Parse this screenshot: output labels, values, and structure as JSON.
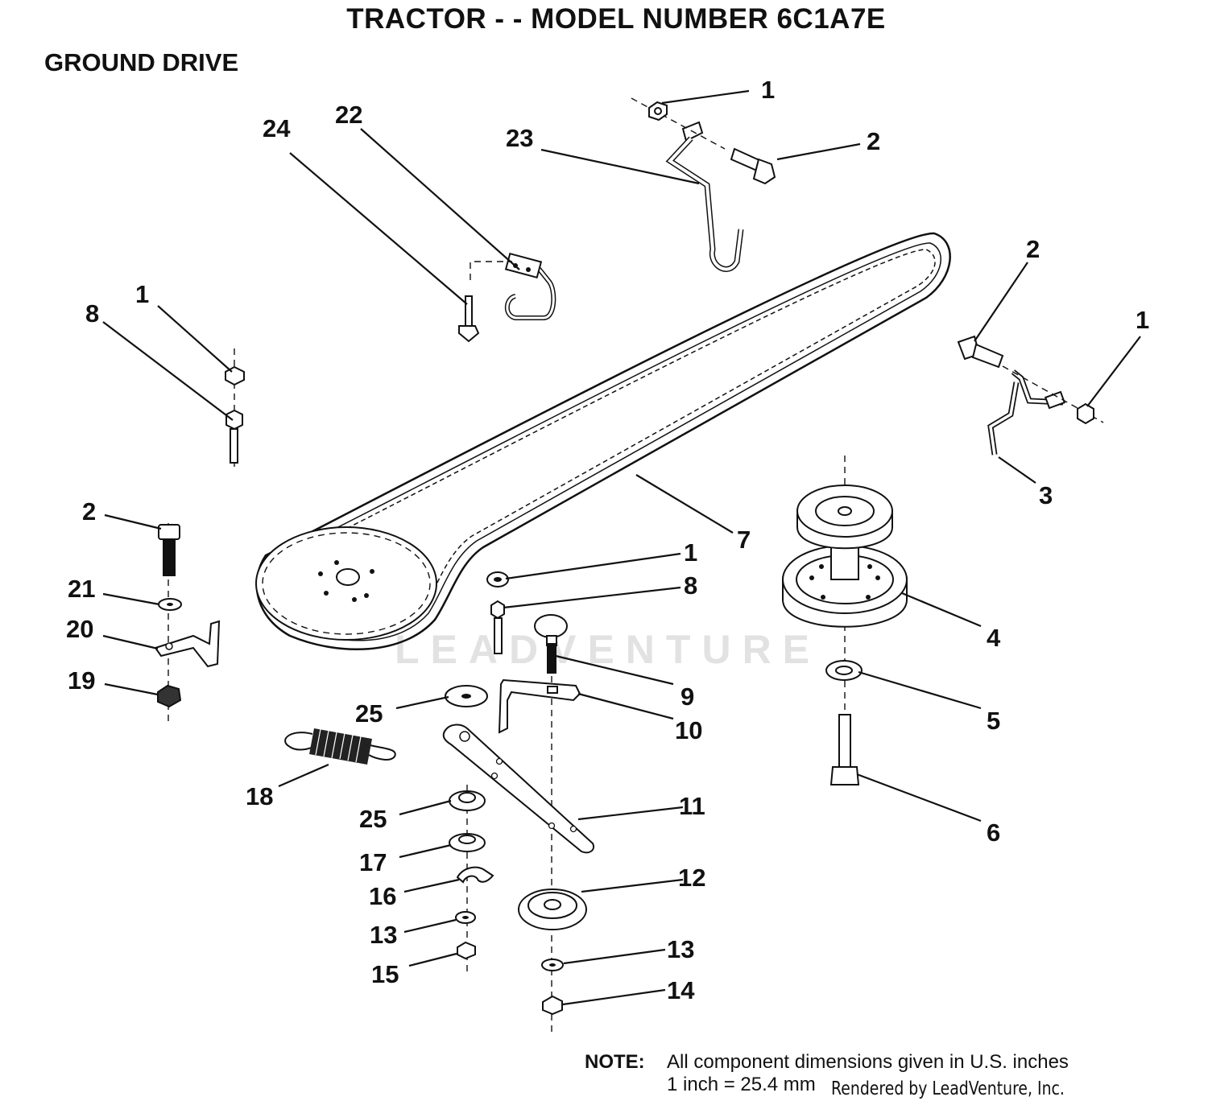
{
  "header": {
    "title": "TRACTOR - - MODEL NUMBER 6C1A7E",
    "section": "GROUND DRIVE"
  },
  "callouts": [
    "1",
    "2",
    "23",
    "24",
    "22",
    "2",
    "1",
    "1",
    "8",
    "3",
    "7",
    "1",
    "8",
    "4",
    "2",
    "21",
    "20",
    "19",
    "9",
    "10",
    "5",
    "25",
    "18",
    "11",
    "25",
    "6",
    "17",
    "12",
    "16",
    "13",
    "13",
    "15",
    "14"
  ],
  "watermark": "LEADVENTURE",
  "note": {
    "label": "NOTE:",
    "line1": "All component dimensions given in U.S. inches",
    "line2": "1 inch = 25.4 mm"
  },
  "credit": "Rendered by LeadVenture, Inc."
}
